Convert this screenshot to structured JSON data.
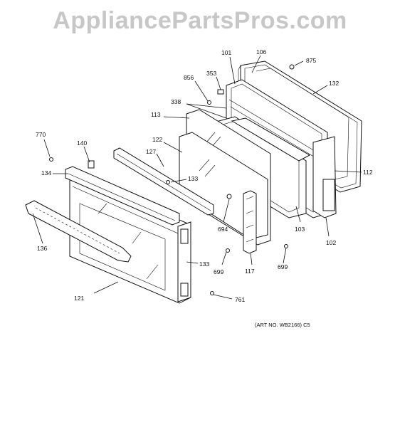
{
  "watermark": "AppliancePartsPros.com",
  "art_number": "(ART NO. WB2166) C5",
  "part_labels": {
    "p101": "101",
    "p106": "106",
    "p875": "875",
    "p856": "856",
    "p353": "353",
    "p132": "132",
    "p338": "338",
    "p113": "113",
    "p770": "770",
    "p140": "140",
    "p122": "122",
    "p127": "127",
    "p134": "134",
    "p133a": "133",
    "p112": "112",
    "p694": "694",
    "p103": "103",
    "p102": "102",
    "p136": "136",
    "p133b": "133",
    "p699a": "699",
    "p117": "117",
    "p699b": "699",
    "p121": "121",
    "p761": "761"
  }
}
